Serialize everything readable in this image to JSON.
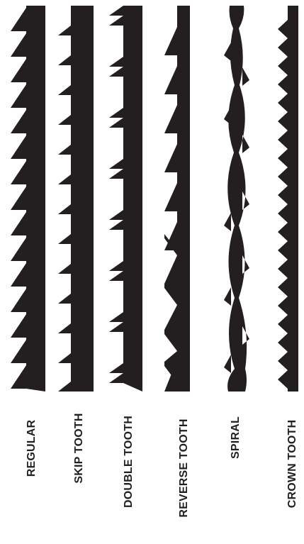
{
  "colors": {
    "blade": "#231f20",
    "text": "#231f20",
    "background": "#ffffff"
  },
  "blades": [
    {
      "id": "regular",
      "label": "REGULAR"
    },
    {
      "id": "skip-tooth",
      "label": "SKIP TOOTH"
    },
    {
      "id": "double-tooth",
      "label": "DOUBLE TOOTH"
    },
    {
      "id": "reverse-tooth",
      "label": "REVERSE TOOTH"
    },
    {
      "id": "spiral",
      "label": "SPIRAL"
    },
    {
      "id": "crown-tooth",
      "label": "CROWN TOOTH"
    }
  ]
}
